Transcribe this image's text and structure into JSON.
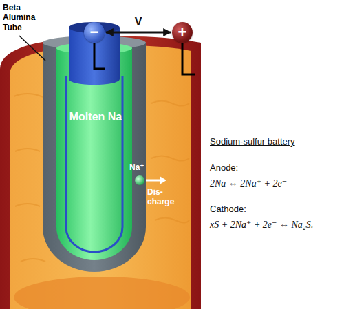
{
  "diagram": {
    "nodes": [
      {
        "text": [
          "−"
        ]
      },
      {
        "text": [
          "+"
        ]
      }
    ],
    "edges": [
      {
        "from": 0,
        "to": 1,
        "arrow": "both",
        "label": "V"
      }
    ],
    "labels": [
      "Beta Alumina Tube",
      "Molten Na",
      "Na⁺",
      "Dis- charge",
      "Sodium-sulfur battery",
      "Anode:",
      "2Na ⇔ 2Na⁺ + 2e⁻",
      "Cathode:",
      "xS + 2Na⁺ + 2e⁻ ⇔ Na₂Sₓ"
    ]
  }
}
